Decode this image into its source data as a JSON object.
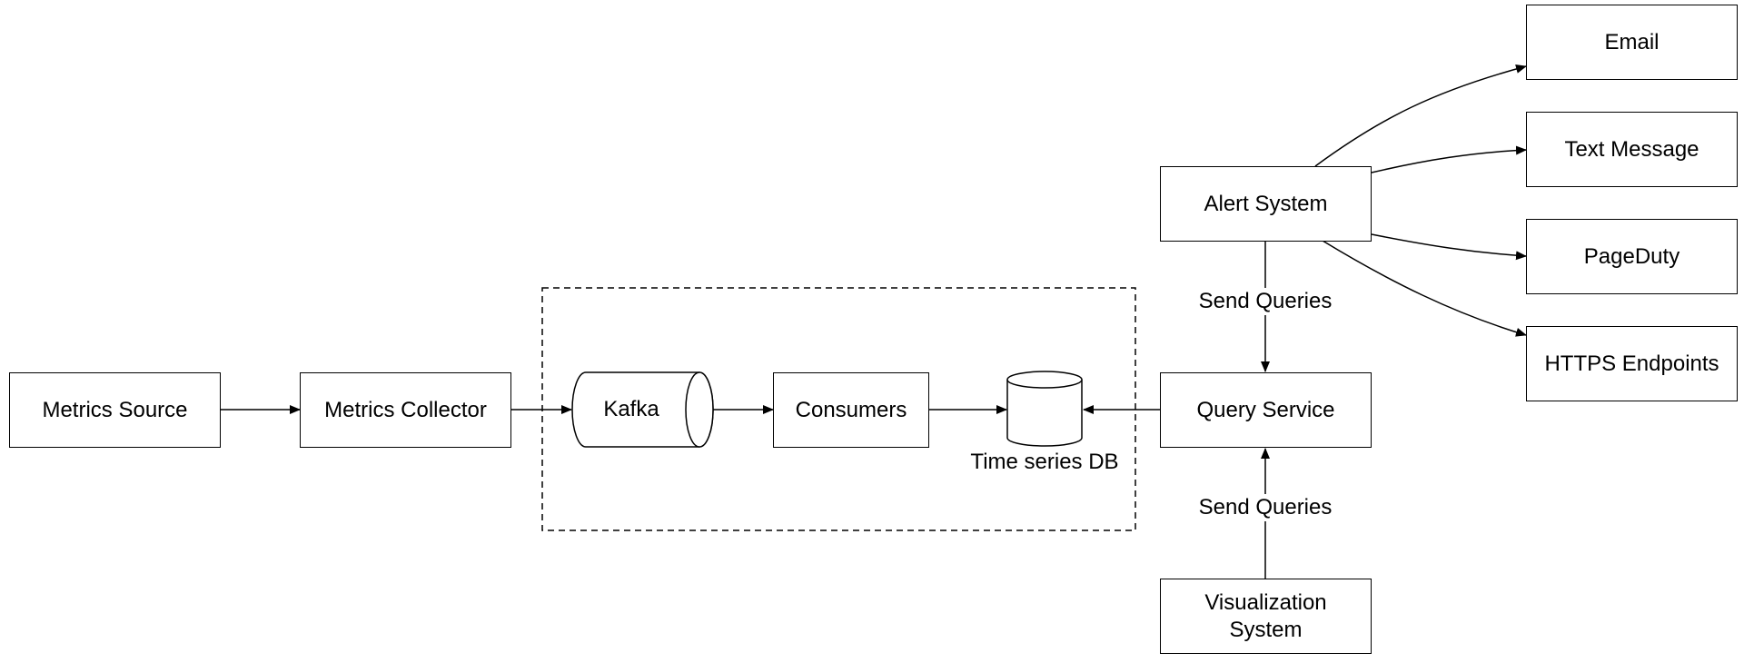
{
  "nodes": {
    "metrics_source": "Metrics Source",
    "metrics_collector": "Metrics Collector",
    "kafka": "Kafka",
    "consumers": "Consumers",
    "time_series_db": "Time series DB",
    "query_service": "Query Service",
    "alert_system": "Alert System",
    "visualization_system_line1": "Visualization",
    "visualization_system_line2": "System",
    "email": "Email",
    "text_message": "Text Message",
    "pageduty": "PageDuty",
    "https_endpoints": "HTTPS Endpoints"
  },
  "edge_labels": {
    "alert_to_query": "Send Queries",
    "visualization_to_query": "Send Queries"
  },
  "colors": {
    "stroke": "#000000",
    "background": "#ffffff"
  }
}
